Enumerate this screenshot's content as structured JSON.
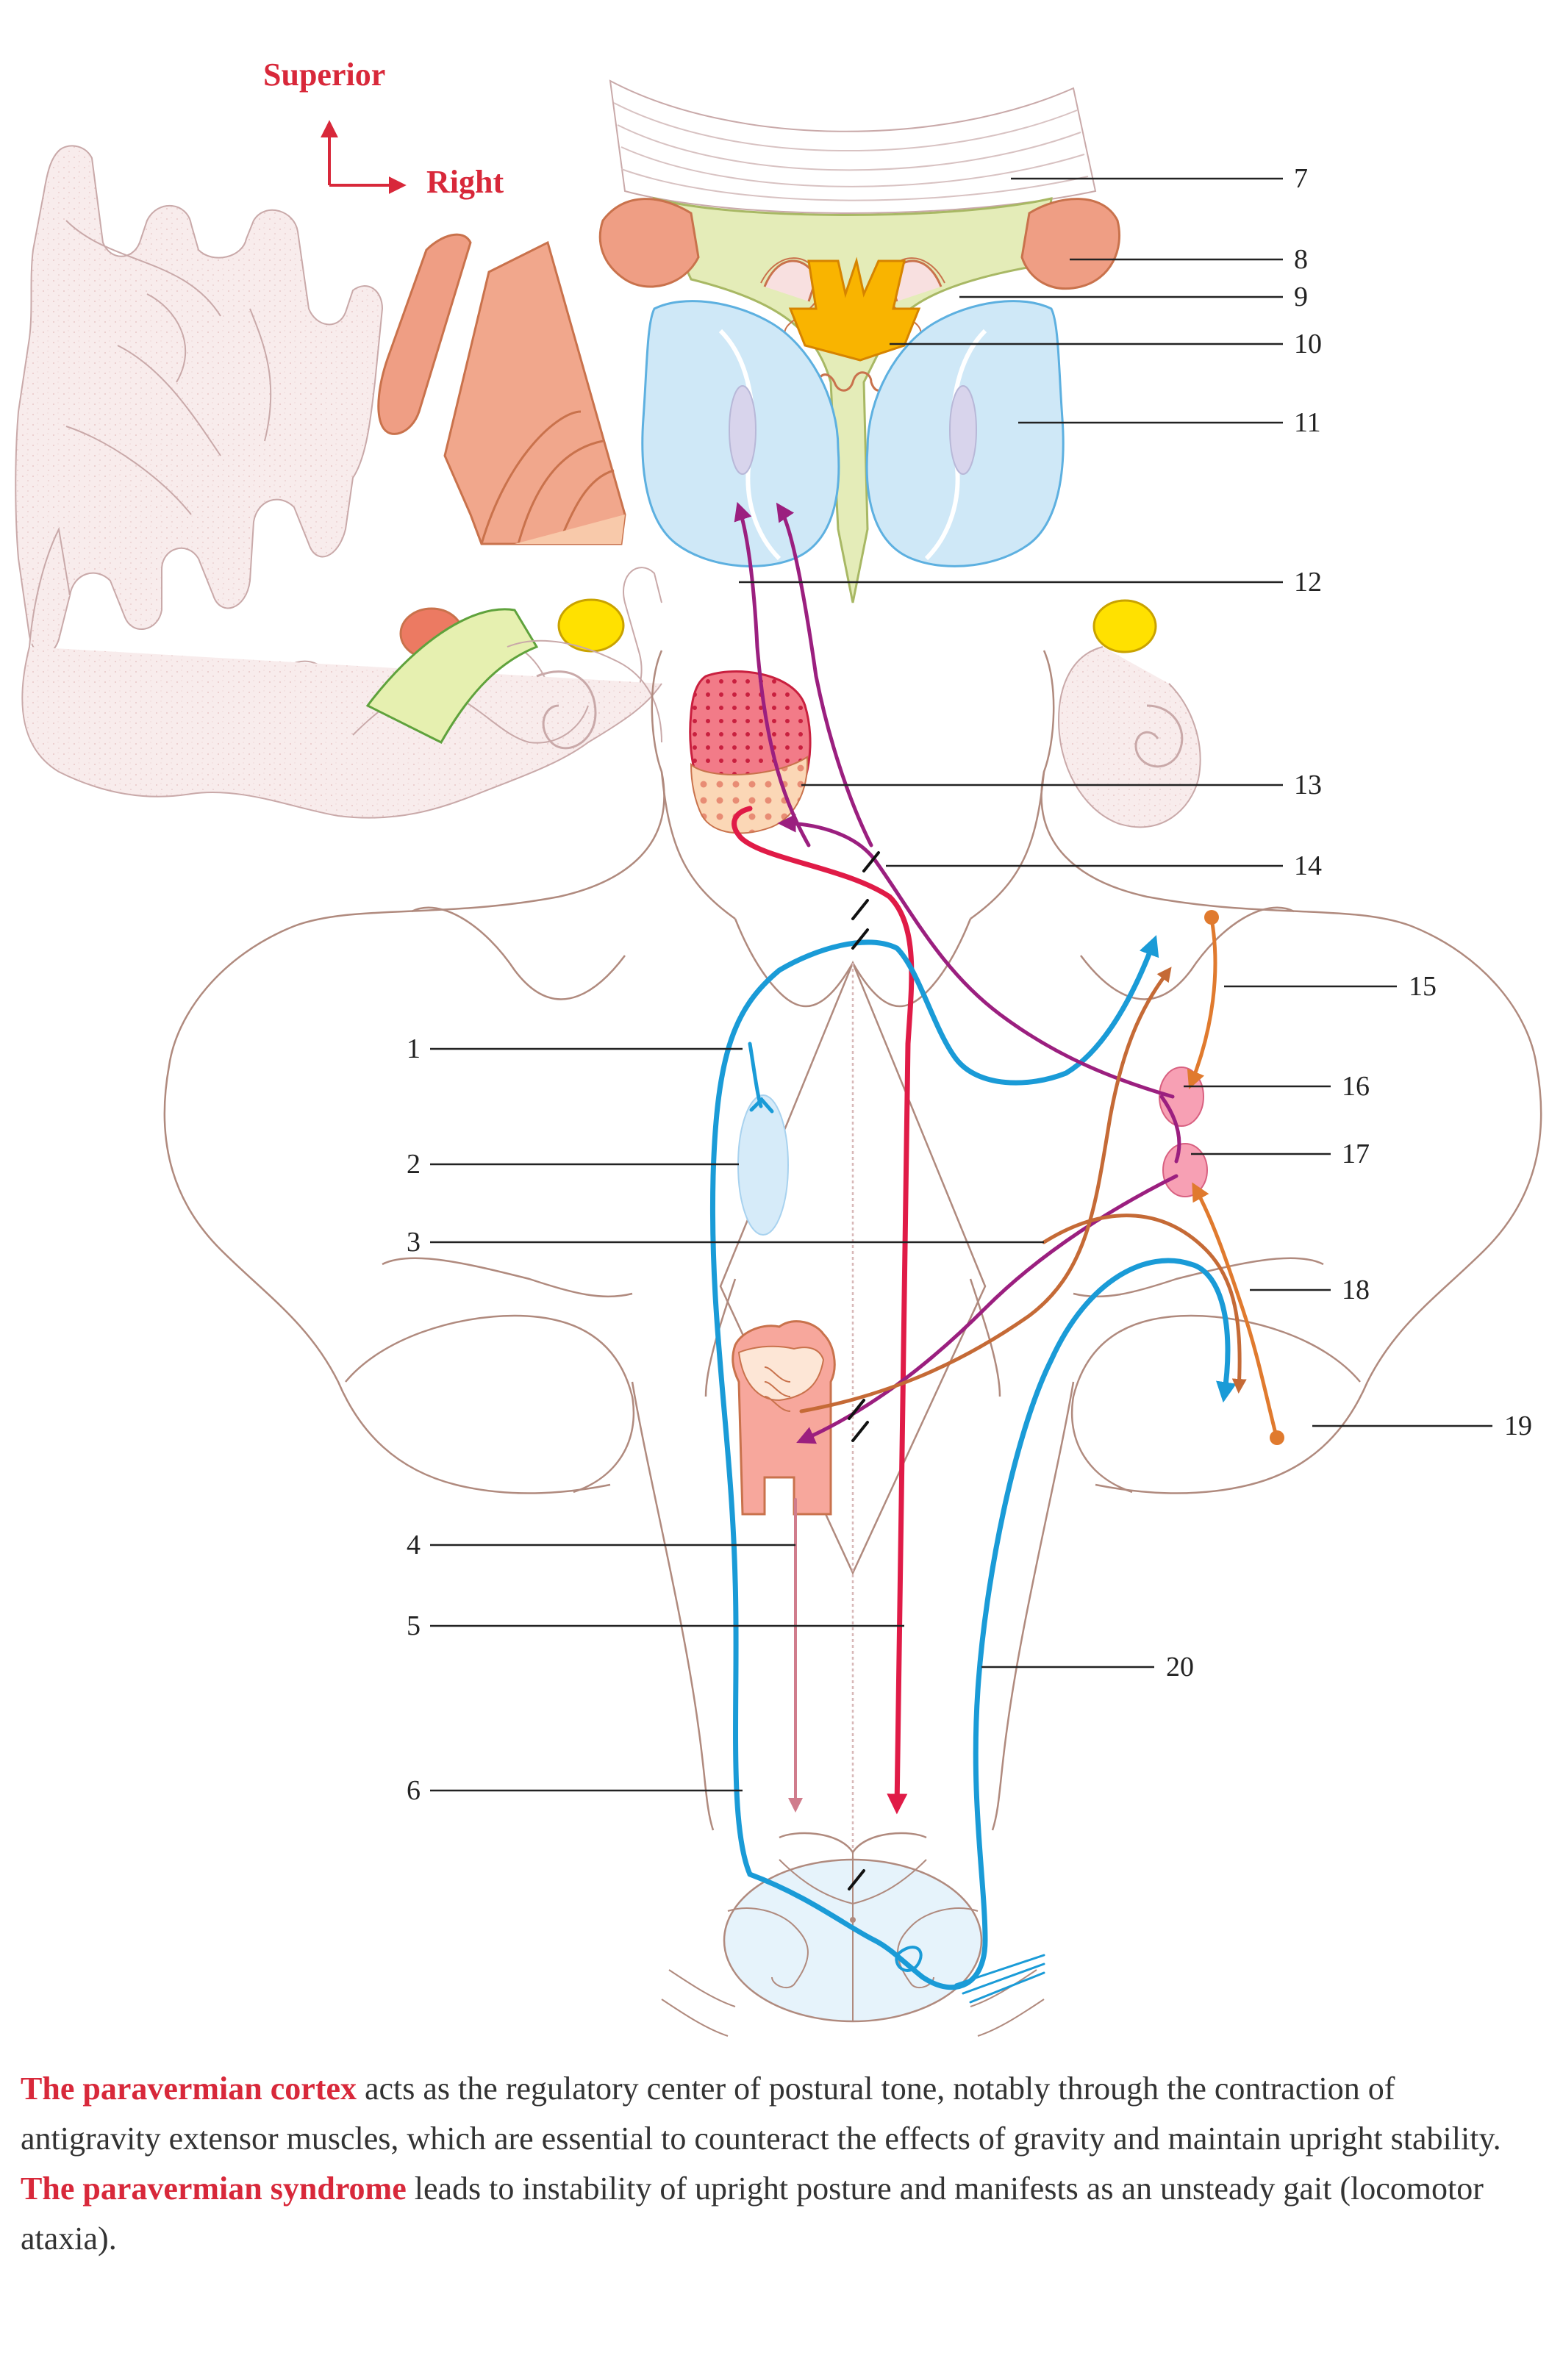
{
  "orientation": {
    "up_label": "Superior",
    "right_label": "Right"
  },
  "labels": {
    "l1": "1",
    "l2": "2",
    "l3": "3",
    "l4": "4",
    "l5": "5",
    "l6": "6",
    "l7": "7",
    "l8": "8",
    "l9": "9",
    "l10": "10",
    "l11": "11",
    "l12": "12",
    "l13": "13",
    "l14": "14",
    "l15": "15",
    "l16": "16",
    "l17": "17",
    "l18": "18",
    "l19": "19",
    "l20": "20"
  },
  "caption": {
    "p1_highlight": "The paravermian cortex",
    "p1_text": " acts as the regulatory center of postural tone, notably through the contraction of antigravity extensor muscles, which are essential to counteract the effects of gravity and maintain upright stability.",
    "p2_highlight": "The paravermian syndrome",
    "p2_text": " leads to instability of upright posture and manifests as an unsteady gait (locomotor ataxia)."
  },
  "colors": {
    "red_pathway": "#e01b47",
    "blue_pathway": "#1a9bd7",
    "purple_pathway": "#9b1f7f",
    "orange_pathway": "#e07a2e",
    "brown_pathway": "#c56a36",
    "outline": "#b08a7e",
    "cortex_fill": "#f7e9e9",
    "thalamus_fill": "#cfe8f7",
    "ventricle_fill": "#e4ecb8",
    "salmon": "#f0a78e",
    "yellow": "#ffe100",
    "orange_gold": "#f9b400"
  }
}
